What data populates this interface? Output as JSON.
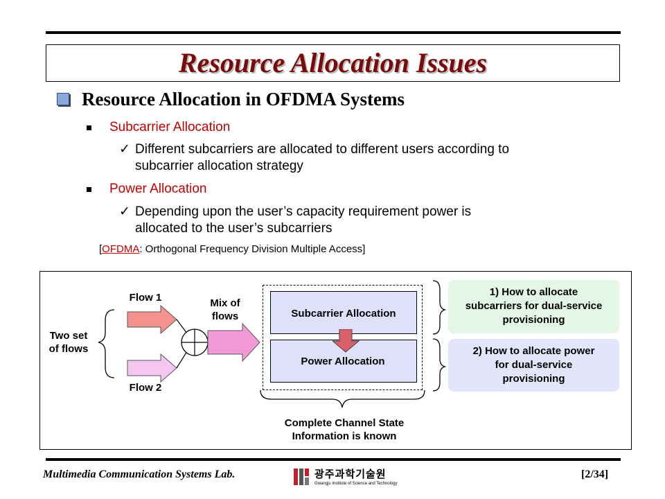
{
  "slide": {
    "title": "Resource Allocation Issues",
    "heading": "Resource Allocation in OFDMA Systems",
    "sections": [
      {
        "label": "Subcarrier Allocation",
        "detail_line1": "Different subcarriers are allocated to different users according to",
        "detail_line2": "subcarrier allocation strategy"
      },
      {
        "label": "Power Allocation",
        "detail_line1": "Depending upon the user’s capacity requirement power is",
        "detail_line2": "allocated to the user’s subcarriers"
      }
    ],
    "note": {
      "open": "[",
      "link": "OFDMA",
      "rest": ": Orthogonal Frequency Division Multiple Access]"
    }
  },
  "diagram": {
    "two_set_line1": "Two set",
    "two_set_line2": "of flows",
    "flow1": "Flow 1",
    "flow2": "Flow 2",
    "mix_line1": "Mix of",
    "mix_line2": "flows",
    "subcarrier_box": "Subcarrier Allocation",
    "power_box": "Power Allocation",
    "csi_line1": "Complete Channel State",
    "csi_line2": "Information is known",
    "question1_line1": "1) How to allocate",
    "question1_line2": "subcarriers for dual-service",
    "question1_line3": "provisioning",
    "question2_line1": "2) How to allocate power",
    "question2_line2": "for dual-service",
    "question2_line3": "provisioning"
  },
  "footer": {
    "lab": "Multimedia Communication Systems Lab.",
    "institute_korean": "광주과학기술원",
    "institute_english": "Gwangju Institute of Science and Technology",
    "page": "[2/34]"
  },
  "colors": {
    "title": "#7a0a0a",
    "section_label": "#c00000",
    "flow1_arrow": "#f4938e",
    "flow2_arrow": "#f6c6f2",
    "mix_arrow": "#f39ad6",
    "box_fill": "#dfe1fb",
    "question1_fill": "#e4f7e4",
    "question2_fill": "#e3e5fb",
    "down_arrow": "#d9606a"
  }
}
